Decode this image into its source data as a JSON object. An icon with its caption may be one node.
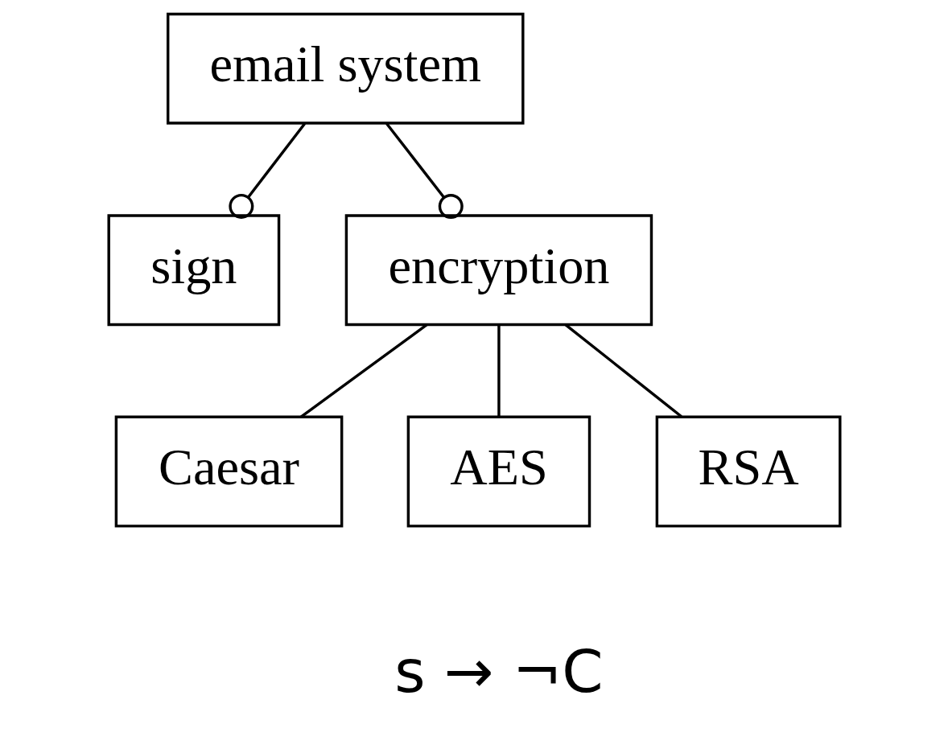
{
  "diagram": {
    "nodes": [
      {
        "text": [
          "email system"
        ]
      },
      {
        "text": [
          "sign"
        ]
      },
      {
        "text": [
          "encryption"
        ]
      },
      {
        "text": [
          "Caesar"
        ]
      },
      {
        "text": [
          "AES"
        ]
      },
      {
        "text": [
          "RSA"
        ]
      }
    ],
    "edges": [
      {
        "from": 0,
        "to": 1,
        "arrow": "other"
      },
      {
        "from": 0,
        "to": 2,
        "arrow": "other"
      },
      {
        "from": 2,
        "to": 3,
        "arrow": "none"
      },
      {
        "from": 2,
        "to": 4,
        "arrow": "none"
      },
      {
        "from": 2,
        "to": 5,
        "arrow": "none"
      }
    ],
    "labels": [
      "s → ¬C"
    ]
  }
}
